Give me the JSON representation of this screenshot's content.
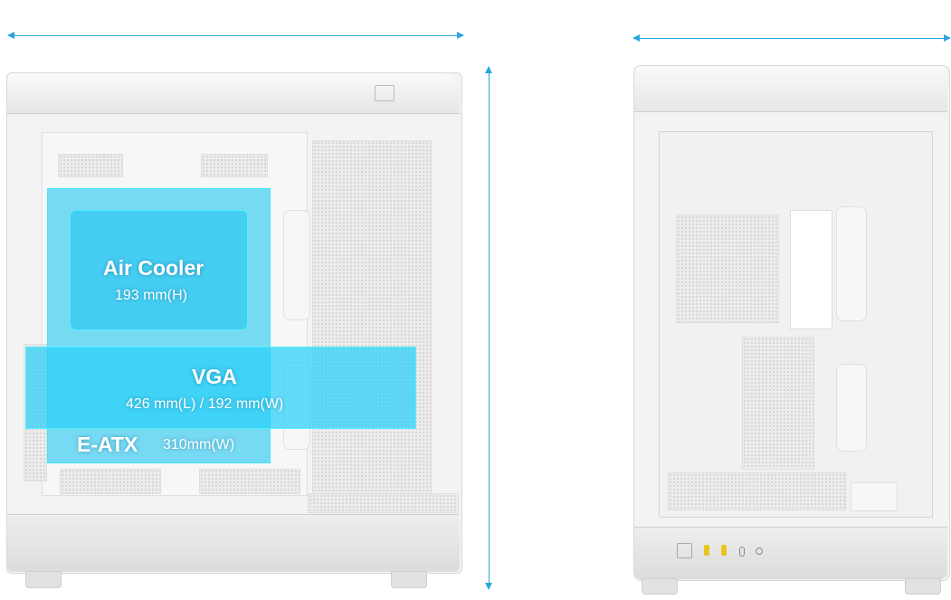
{
  "colors": {
    "dimension_arrow": "#2aa6dc",
    "overlay": "#29d0f5"
  },
  "annotations": {
    "air_cooler": {
      "label": "Air Cooler",
      "value": "193 mm(H)"
    },
    "vga": {
      "label": "VGA",
      "value": "426 mm(L) / 192 mm(W)"
    },
    "motherboard": {
      "label": "E-ATX",
      "value": "310mm(W)"
    }
  }
}
